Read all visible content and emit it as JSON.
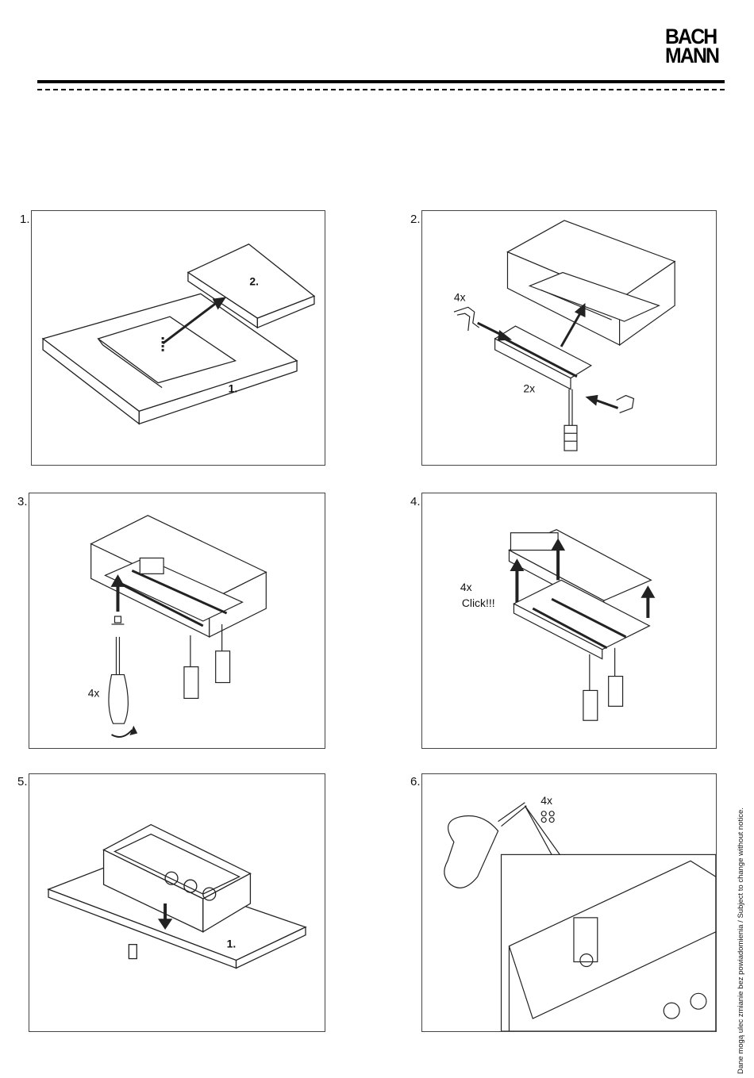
{
  "header": {
    "logo_line1": "BACH",
    "logo_line2": "MANN"
  },
  "steps": [
    {
      "num": "1.",
      "labels": {
        "part_board": "1.",
        "part_cutout": "2."
      }
    },
    {
      "num": "2.",
      "labels": {
        "count_brackets": "4x",
        "count_sides": "2x"
      }
    },
    {
      "num": "3.",
      "labels": {
        "count_screws": "4x"
      }
    },
    {
      "num": "4.",
      "labels": {
        "count": "4x",
        "action": "Click!!!"
      }
    },
    {
      "num": "5.",
      "labels": {
        "part_board": "1."
      }
    },
    {
      "num": "6.",
      "labels": {
        "count": "4x"
      }
    }
  ],
  "side_note": "Dane mogą ulec zmianie bez powiadomienia / Subject to change without notice.",
  "colors": {
    "line": "#222222",
    "panel_border": "#444444"
  }
}
